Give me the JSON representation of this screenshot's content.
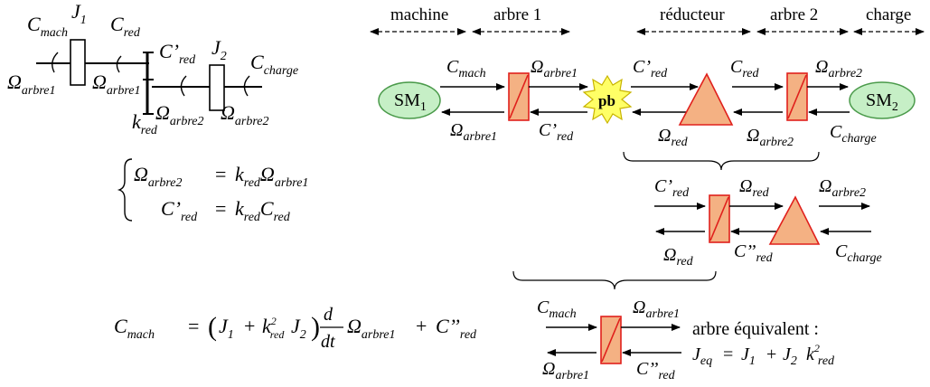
{
  "headers": {
    "machine": "machine",
    "arbre1": "arbre 1",
    "reducteur": "réducteur",
    "arbre2": "arbre 2",
    "charge": "charge"
  },
  "sources": {
    "sm1": "SM",
    "sm1_sub": "1",
    "sm2": "SM",
    "sm2_sub": "2"
  },
  "coupling": {
    "pb": "pb"
  },
  "mech": {
    "J1": "J",
    "J1_sub": "1",
    "J2": "J",
    "J2_sub": "2",
    "C": "C",
    "C_prime": "C’",
    "C_dprime": "C’’",
    "Omega": "Ω",
    "k": "k",
    "d": "d",
    "dt": "dt",
    "two": "2",
    "mach": "mach",
    "red": "red",
    "charge": "charge",
    "arbre1": "arbre1",
    "arbre2": "arbre2",
    "eq": "eq"
  },
  "system": {
    "eq1_op": "=",
    "eq2_op": "="
  },
  "final_equation": {
    "eq": "=",
    "plus1": "+",
    "plus2": "+",
    "lp": "(",
    "rp": ")"
  },
  "equivalent": {
    "label": "arbre équivalent :",
    "eq": "=",
    "plus": "+"
  }
}
